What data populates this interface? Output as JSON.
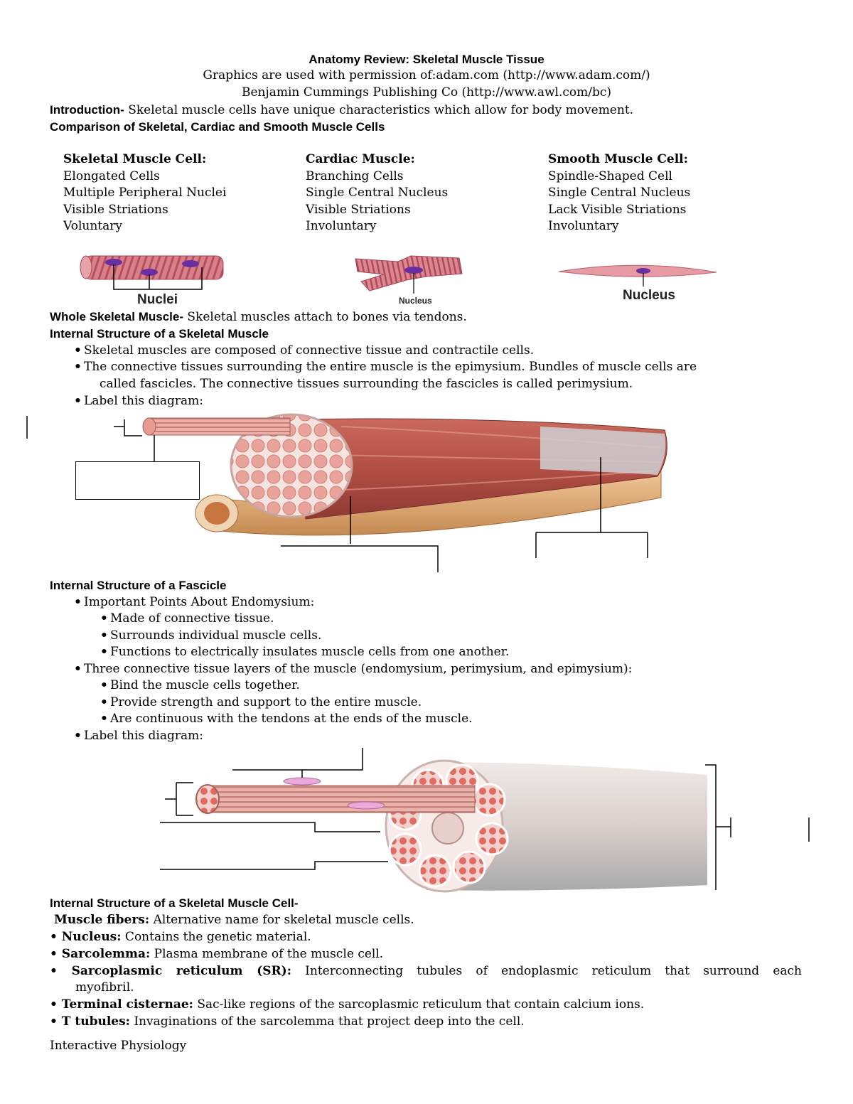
{
  "header": {
    "title": "Anatomy Review: Skeletal Muscle Tissue",
    "credit1": "Graphics are used with permission of:adam.com (http://www.adam.com/)",
    "credit2": "Benjamin Cummings Publishing Co (http://www.awl.com/bc)"
  },
  "intro": {
    "label": "Introduction-",
    "text": " Skeletal muscle cells have unique characteristics which allow for body movement."
  },
  "comparison": {
    "heading": "Comparison of Skeletal, Cardiac and Smooth Muscle Cells",
    "columns": [
      {
        "title": "Skeletal Muscle Cell:",
        "items": [
          "Elongated Cells",
          "Multiple Peripheral Nuclei",
          "Visible Striations",
          "Voluntary"
        ]
      },
      {
        "title": "Cardiac Muscle:",
        "items": [
          "Branching Cells",
          "Single Central Nucleus",
          "Visible Striations",
          "Involuntary"
        ]
      },
      {
        "title": "Smooth Muscle Cell:",
        "items": [
          "Spindle-Shaped Cell",
          "Single Central Nucleus",
          "Lack Visible Striations",
          "Involuntary"
        ]
      }
    ],
    "labels": {
      "skeletal": "Nuclei",
      "cardiac": "Nucleus",
      "smooth": "Nucleus"
    }
  },
  "whole": {
    "label": "Whole Skeletal Muscle-",
    "text": "  Skeletal muscles attach to bones via tendons."
  },
  "internal_muscle": {
    "heading": "Internal Structure of a Skeletal Muscle",
    "bullets": [
      "Skeletal muscles are composed of connective tissue and contractile cells.",
      "The connective tissues surrounding the entire muscle is the epimysium.  Bundles of muscle cells are",
      "called fascicles.  The connective tissues surrounding the fascicles is called perimysium.",
      "Label this diagram:"
    ]
  },
  "internal_fascicle": {
    "heading": "Internal Structure of a Fascicle",
    "b1": "Important Points About Endomysium:",
    "b1_sub": [
      "Made of connective tissue.",
      "Surrounds individual muscle cells.",
      "Functions to electrically insulates muscle cells from one another."
    ],
    "b2": "Three connective tissue layers of the muscle (endomysium, perimysium, and epimysium):",
    "b2_sub": [
      "Bind the muscle cells together.",
      "Provide strength and support to the entire muscle.",
      "Are continuous with the tendons at the ends of the muscle."
    ],
    "b3": "Label this diagram:"
  },
  "cell_structure": {
    "heading": "Internal Structure of a Skeletal Muscle Cell-",
    "terms": [
      {
        "term": "Muscle fibers:",
        "def": "  Alternative name for skeletal muscle cells.",
        "bullet": false
      },
      {
        "term": "Nucleus:",
        "def": " Contains the genetic material.",
        "bullet": true
      },
      {
        "term": "Sarcolemma:",
        "def": "  Plasma membrane of the muscle cell.",
        "bullet": true
      },
      {
        "term": "Sarcoplasmic reticulum (SR):",
        "def": " Interconnecting tubules of endoplasmic reticulum that surround each",
        "bullet": true
      },
      {
        "term": "",
        "def": "myofibril.",
        "bullet": false
      },
      {
        "term": "Terminal cisternae:",
        "def": " Sac-like regions of the sarcoplasmic reticulum that contain calcium ions.",
        "bullet": true
      },
      {
        "term": "T tubules:",
        "def": "  Invaginations of the sarcolemma that project deep into the cell.",
        "bullet": true
      }
    ]
  },
  "footer": {
    "text": "Interactive Physiology"
  }
}
